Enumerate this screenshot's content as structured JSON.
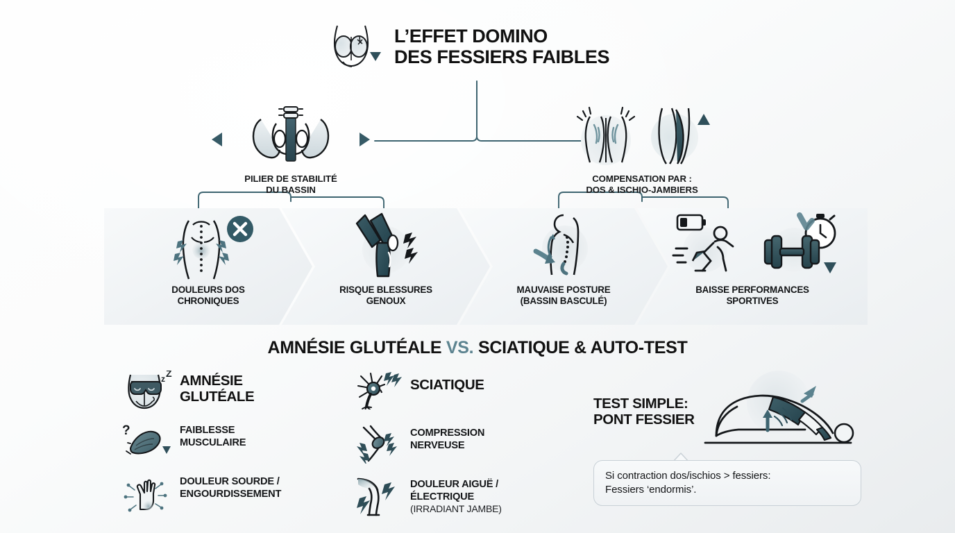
{
  "title": {
    "line1": "L’EFFET DOMINO",
    "line2": "DES FESSIERS FAIBLES",
    "icon": "glutes-down-arrow-icon"
  },
  "flow": {
    "nodes": [
      {
        "id": "pelvis-stability",
        "line1": "PILIER DE STABILITÉ",
        "line2": "DU BASSIN",
        "icons": [
          "pelvis-icon",
          "left-arrow-icon",
          "right-arrow-icon"
        ]
      },
      {
        "id": "compensation",
        "line1": "COMPENSATION PAR :",
        "line2": "DOS & ISCHIO-JAMBIERS",
        "icons": [
          "back-strain-icon",
          "hamstring-muscle-icon",
          "up-arrow-icon"
        ]
      }
    ],
    "consequences": [
      {
        "id": "chronic-back-pain",
        "line1": "DOULEURS DOS",
        "line2": "CHRONIQUES",
        "icons": [
          "back-pain-icon",
          "cross-circle-icon"
        ]
      },
      {
        "id": "knee-injury-risk",
        "line1": "RISQUE BLESSURES",
        "line2": "GENOUX",
        "icons": [
          "knee-joint-icon",
          "pain-bolt-icon"
        ]
      },
      {
        "id": "bad-posture",
        "line1": "MAUVAISE POSTURE",
        "line2": "(BASSIN BASCULÉ)",
        "icons": [
          "tilted-spine-icon",
          "curved-arrow-icon"
        ]
      },
      {
        "id": "lower-performance",
        "line1": "BAISSE PERFORMANCES",
        "line2": "SPORTIVES",
        "icons": [
          "low-battery-icon",
          "runner-icon",
          "dumbbell-icon",
          "stopwatch-icon",
          "down-arrow-icon"
        ]
      }
    ]
  },
  "section": {
    "heading_part1": "AMNÉSIE GLUTÉALE ",
    "heading_vs": "VS.",
    "heading_part2": " SCIATIQUE & AUTO-TEST"
  },
  "columns": {
    "amnesia": {
      "head_line1": "AMNÉSIE",
      "head_line2": "GLUTÉALE",
      "head_icon": "sleeping-glutes-icon",
      "items": [
        {
          "line1": "FAIBLESSE",
          "line2": "MUSCULAIRE",
          "icon": "weak-muscle-question-icon"
        },
        {
          "line1": "DOULEUR SOURDE /",
          "line2": "ENGOURDISSEMENT",
          "icon": "numb-hand-icon"
        }
      ]
    },
    "sciatica": {
      "head_line1": "SCIATIQUE",
      "head_line2": "",
      "head_icon": "neuron-icon",
      "items": [
        {
          "line1": "COMPRESSION",
          "line2": "NERVEUSE",
          "icon": "nerve-compression-icon"
        },
        {
          "line1": "DOULEUR AIGUË /",
          "line2": "ÉLECTRIQUE",
          "sub": "(IRRADIANT JAMBE)",
          "icon": "electric-leg-pain-icon"
        }
      ]
    },
    "test": {
      "title_line1": "TEST SIMPLE:",
      "title_line2": "PONT FESSIER",
      "illustration": "glute-bridge-icon",
      "callout_line1": "Si contraction dos/ischios > fessiers:",
      "callout_line2": "Fessiers ‘endormis’."
    }
  },
  "colors": {
    "ink": "#111111",
    "teal": "#3d6470",
    "teal_dark": "#2f4f5a",
    "teal_light": "#5d8490",
    "chevron": "#eef1f3",
    "callout_border": "#c8d0d6"
  }
}
